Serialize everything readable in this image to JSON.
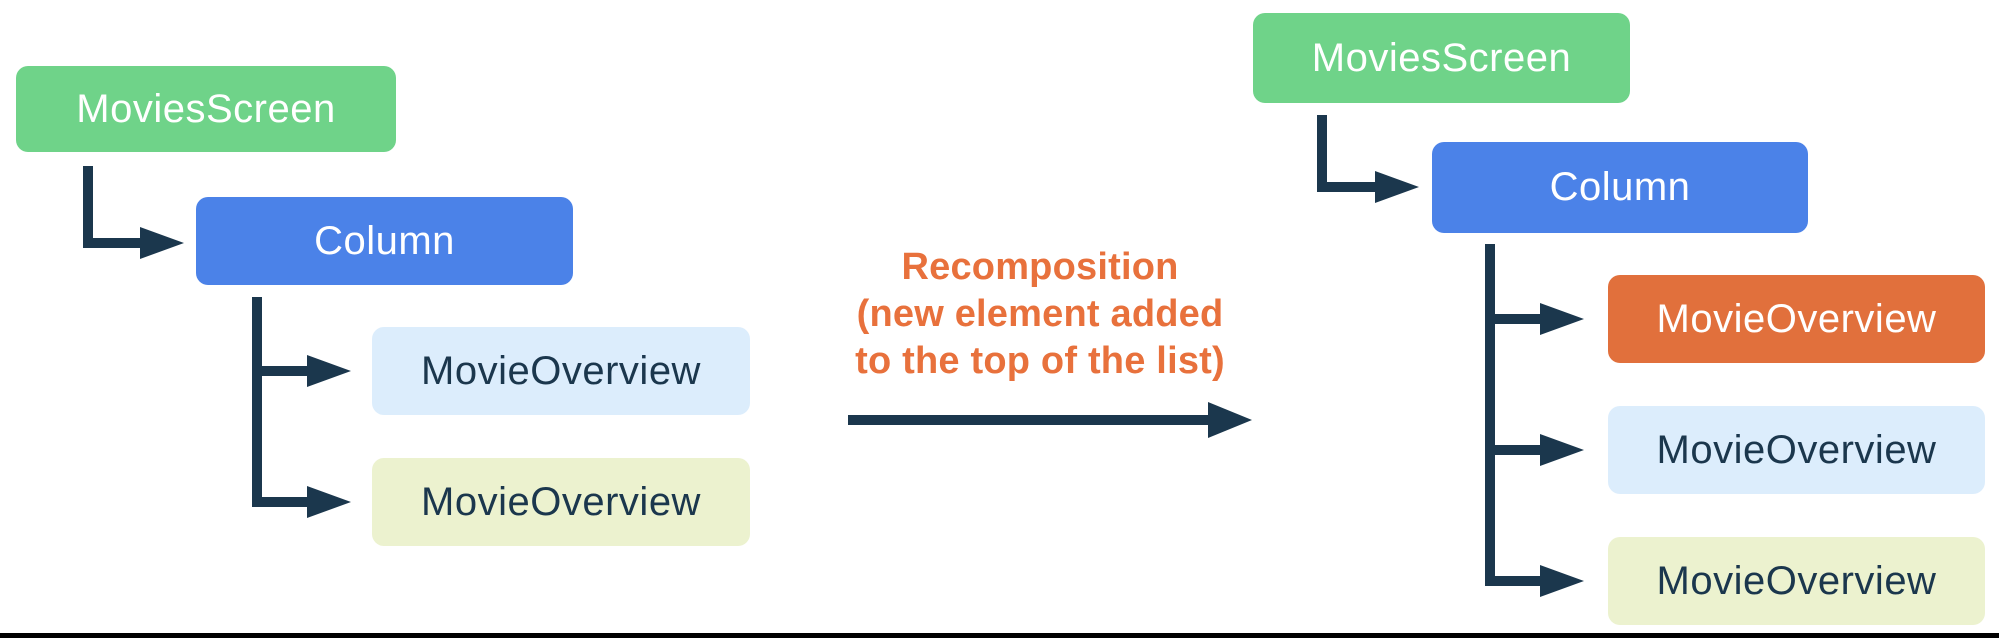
{
  "colors": {
    "green": "#6FD389",
    "blue": "#4B82E8",
    "light_blue": "#DCEDFC",
    "pale_yellow": "#ECF2CF",
    "orange": "#E1703C",
    "orange_text": "#E8713C",
    "dark_navy": "#1B374D",
    "white_text": "#FFFFFF",
    "bottom_rule": "#000000"
  },
  "left_tree": {
    "root": {
      "label": "MoviesScreen",
      "variant": "green"
    },
    "child": {
      "label": "Column",
      "variant": "blue"
    },
    "grandchildren": [
      {
        "label": "MovieOverview",
        "variant": "light-blue"
      },
      {
        "label": "MovieOverview",
        "variant": "pale-yellow"
      }
    ]
  },
  "transition": {
    "label_lines": [
      "Recomposition",
      "(new element added",
      "to the top of the list)"
    ]
  },
  "right_tree": {
    "root": {
      "label": "MoviesScreen",
      "variant": "green"
    },
    "child": {
      "label": "Column",
      "variant": "blue"
    },
    "grandchildren": [
      {
        "label": "MovieOverview",
        "variant": "orange"
      },
      {
        "label": "MovieOverview",
        "variant": "light-blue"
      },
      {
        "label": "MovieOverview",
        "variant": "pale-yellow"
      }
    ]
  }
}
